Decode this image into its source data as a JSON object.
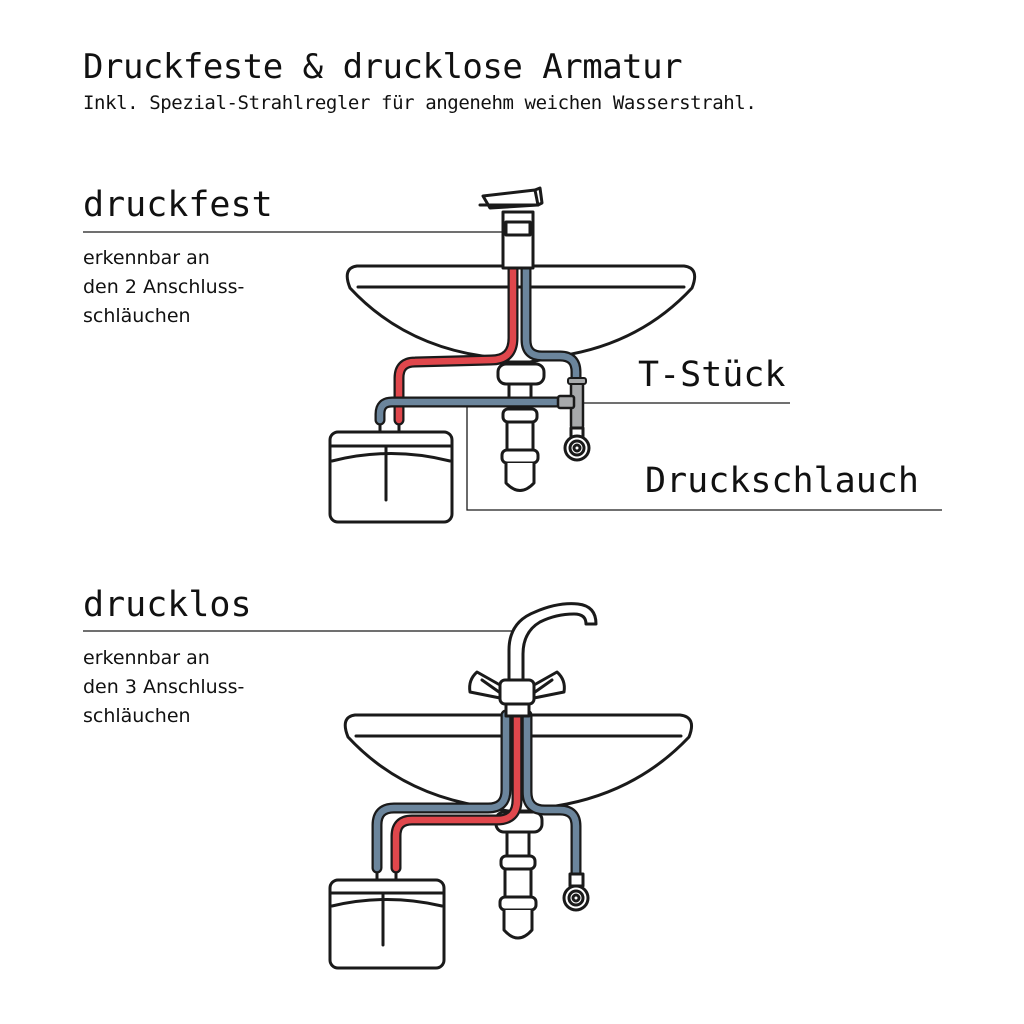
{
  "header": {
    "title": "Druckfeste & drucklose Armatur",
    "subtitle": "Inkl. Spezial-Strahlregler für angenehm weichen Wasserstrahl."
  },
  "druckfest": {
    "title": "druckfest",
    "description": [
      "erkennbar an",
      "den 2 Anschluss-",
      "schläuchen"
    ],
    "labels": {
      "t_stueck": "T-Stück",
      "druckschlauch": "Druckschlauch"
    }
  },
  "drucklos": {
    "title": "drucklos",
    "description": [
      "erkennbar an",
      "den 3 Anschluss-",
      "schläuchen"
    ]
  },
  "colors": {
    "hot_hose": "#e0474c",
    "cold_hose": "#6b859c",
    "tee_fitting": "#a7a9ab",
    "outline": "#1a1a1a"
  }
}
